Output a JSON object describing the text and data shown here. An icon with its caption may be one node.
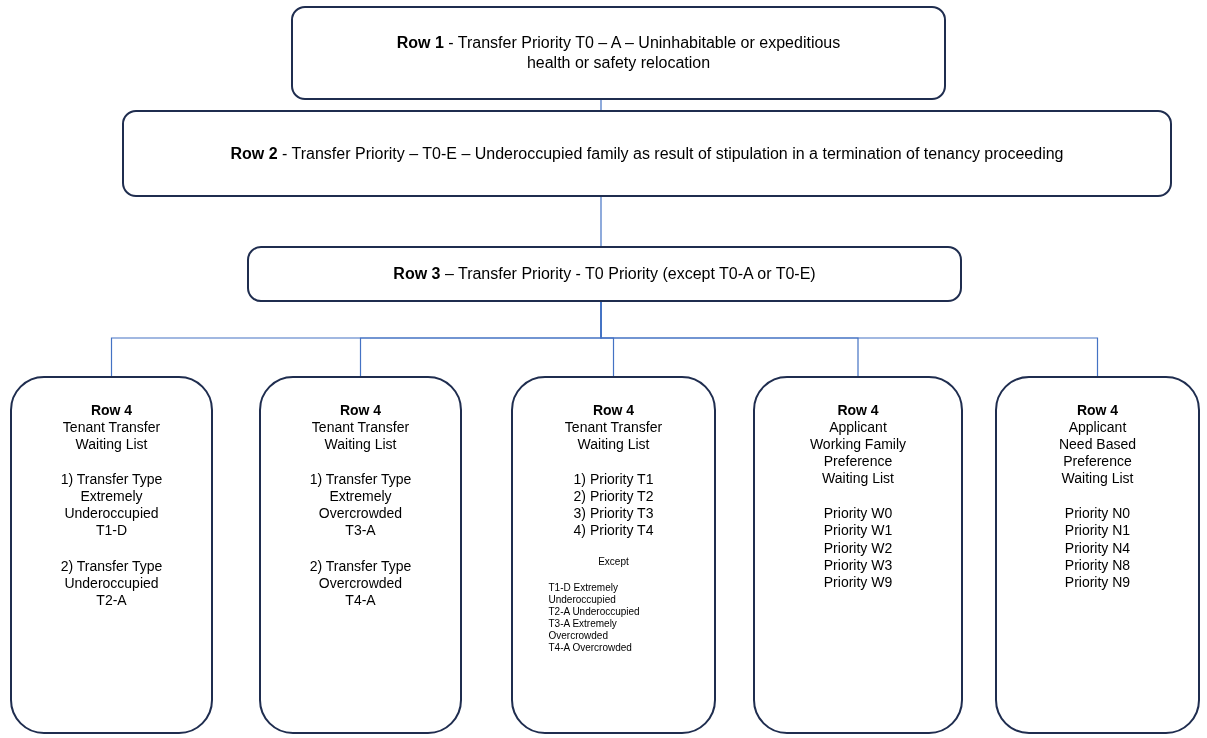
{
  "diagram": {
    "nodes": [
      {
        "text": [
          "**Row 1** - Transfer Priority T0 – A – Uninhabitable or expeditious health or safety relocation"
        ]
      },
      {
        "text": [
          "**Row 2** - Transfer Priority – T0-E – Underoccupied family as result of stipulation in a termination of tenancy proceeding"
        ]
      },
      {
        "text": [
          "**Row 3** – Transfer Priority - T0 Priority (except T0-A or T0-E)"
        ]
      },
      {
        "text": [
          "Row 4",
          "Tenant Transfer Waiting List",
          "1) Transfer Type Extremely Underoccupied T1-D",
          "2) Transfer Type Underoccupied T2-A"
        ]
      },
      {
        "text": [
          "Row 4",
          "Tenant Transfer Waiting List",
          "1) Transfer Type Extremely Overcrowded T3-A",
          "2) Transfer Type Overcrowded T4-A"
        ]
      },
      {
        "text": [
          "Row 4",
          "Tenant Transfer Waiting List",
          "1) Priority T1",
          "2) Priority T2",
          "3) Priority T3",
          "4) Priority T4",
          "Except",
          "T1-D Extremely Underoccupied",
          "T2-A Underoccupied",
          "T3-A Extremely Overcrowded",
          "T4-A Overcrowded"
        ]
      },
      {
        "text": [
          "Row 4",
          "Applicant Working Family Preference Waiting List",
          "Priority W0",
          "Priority W1",
          "Priority W2",
          "Priority W3",
          "Priority W9"
        ]
      },
      {
        "text": [
          "Row 4",
          "Applicant Need Based Preference Waiting List",
          "Priority N0",
          "Priority N1",
          "Priority N4",
          "Priority N8",
          "Priority N9"
        ]
      }
    ],
    "edges": [
      {
        "from": 0,
        "to": 1,
        "arrow": "none"
      },
      {
        "from": 1,
        "to": 2,
        "arrow": "none"
      },
      {
        "from": 2,
        "to": 3,
        "arrow": "none"
      },
      {
        "from": 2,
        "to": 4,
        "arrow": "none"
      },
      {
        "from": 2,
        "to": 5,
        "arrow": "none"
      },
      {
        "from": 2,
        "to": 6,
        "arrow": "none"
      },
      {
        "from": 2,
        "to": 7,
        "arrow": "none"
      }
    ]
  }
}
